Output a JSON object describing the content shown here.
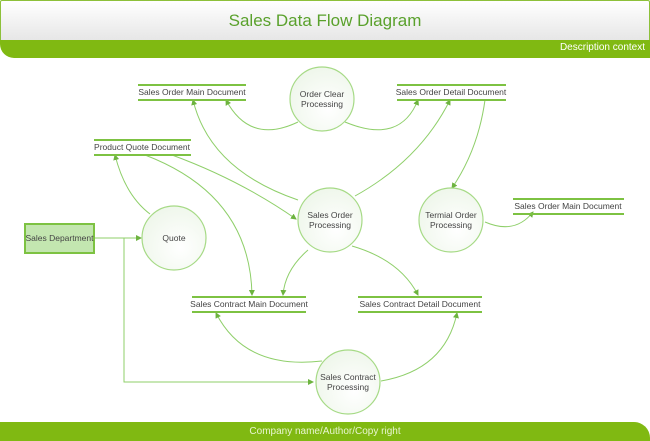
{
  "header": {
    "title": "Sales Data Flow Diagram",
    "description": "Description context"
  },
  "footer": {
    "text": "Company name/Author/Copy right"
  },
  "colors": {
    "accent": "#80b912",
    "line": "#7dc242",
    "title": "#5aa12c",
    "entity_fill": "#c3e6b0"
  },
  "entity": {
    "label": "Sales Department"
  },
  "processes": [
    {
      "id": "order-clear",
      "lines": [
        "Order Clear",
        "Processing"
      ]
    },
    {
      "id": "quote",
      "lines": [
        "Quote"
      ]
    },
    {
      "id": "sales-order",
      "lines": [
        "Sales Order",
        "Processing"
      ]
    },
    {
      "id": "terminal-order",
      "lines": [
        "Termial Order",
        "Processing"
      ]
    },
    {
      "id": "sales-contract",
      "lines": [
        "Sales Contract",
        "Processing"
      ]
    }
  ],
  "stores": [
    {
      "id": "sales-order-main-1",
      "label": "Sales Order Main Document"
    },
    {
      "id": "sales-order-detail",
      "label": "Sales Order Detail Document"
    },
    {
      "id": "product-quote",
      "label": "Product Quote Document"
    },
    {
      "id": "sales-order-main-2",
      "label": "Sales Order Main Document"
    },
    {
      "id": "sales-contract-main",
      "label": "Sales Contract Main Document"
    },
    {
      "id": "sales-contract-detail",
      "label": "Sales Contract Detail Document"
    }
  ]
}
